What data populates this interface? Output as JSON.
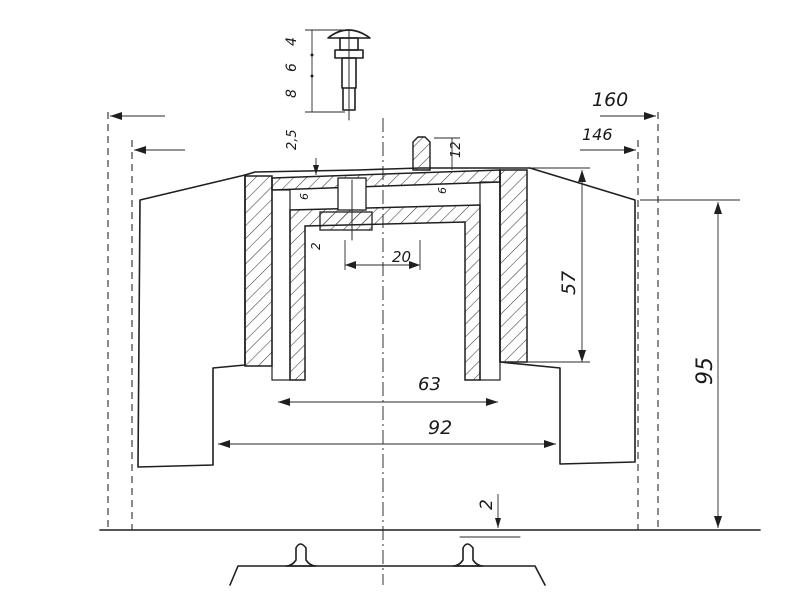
{
  "dimensions": {
    "overall_width": "160",
    "inner_width": "146",
    "wall_thickness": "2,5",
    "pin_height": "12",
    "gap_left": "2",
    "gap_small_left": "6",
    "gap_small_right": "6",
    "center_span": "20",
    "height_57": "57",
    "inner_span": "63",
    "base_span": "92",
    "total_height": "95",
    "base_gap": "2",
    "bolt_stack": [
      "8",
      "6",
      "4"
    ]
  },
  "colors": {
    "ink": "#1f1f1f",
    "hatch": "#3a3a3a",
    "paper": "#ffffff"
  }
}
